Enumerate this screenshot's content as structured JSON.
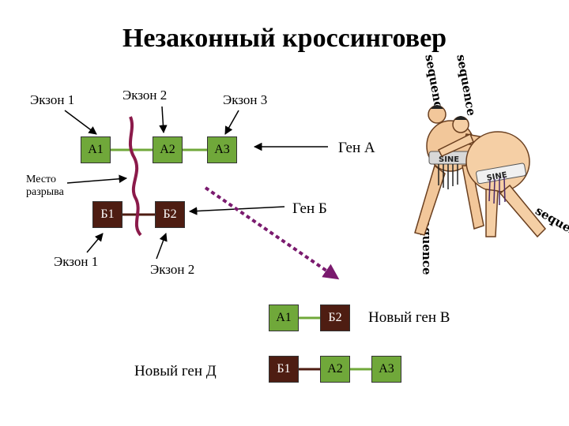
{
  "title": "Незаконный кроссинговер",
  "labels": {
    "exon1_top": "Экзон 1",
    "exon2_top": "Экзон 2",
    "exon3_top": "Экзон 3",
    "break_site": "Место\nразрыва",
    "gene_a": "Ген А",
    "gene_b": "Ген Б",
    "exon1_bottom": "Экзон 1",
    "exon2_bottom": "Экзон 2",
    "new_gene_v": "Новый ген В",
    "new_gene_d": "Новый ген Д"
  },
  "gene_a_exons": [
    "А1",
    "А2",
    "А3"
  ],
  "gene_b_exons": [
    "Б1",
    "Б2"
  ],
  "new_gene_v_exons": [
    "А1",
    "Б2"
  ],
  "new_gene_d_exons": [
    "Б1",
    "А2",
    "А3"
  ],
  "illustration": {
    "top_text": "sequence",
    "top_text_2": "sequence",
    "bottom_text": "sequence",
    "bottom_text_2": "sequence",
    "belt_text_1": "SINE",
    "belt_text_2": "SINE"
  },
  "colors": {
    "exon_a": "#70a83a",
    "exon_b": "#4e1d12",
    "break_line": "#8b1a4a",
    "dashed_arrow": "#7a1a6e",
    "connector_a": "#70a83a",
    "connector_b": "#4e1d12"
  }
}
